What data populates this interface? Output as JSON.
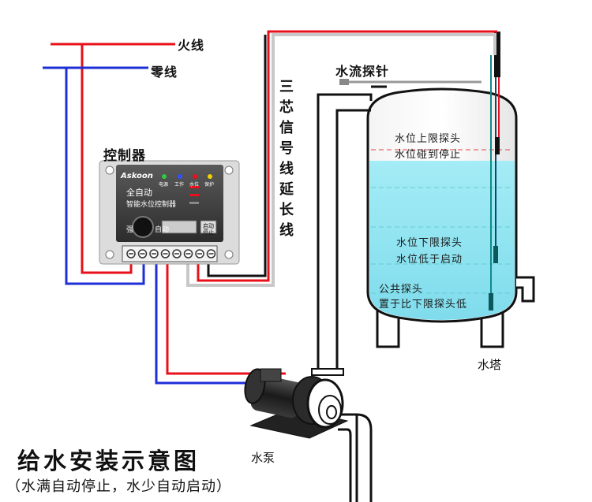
{
  "labels": {
    "live_wire": "火线",
    "neutral_wire": "零线",
    "controller": "控制器",
    "flow_probe": "水流探针",
    "signal_cable": [
      "三",
      "芯",
      "信",
      "号",
      "线",
      "延",
      "长",
      "线"
    ],
    "upper_probe_1": "水位上限探头",
    "upper_probe_2": "水位碰到停止",
    "lower_probe_1": "水位下限探头",
    "lower_probe_2": "水位低于启动",
    "common_probe_1": "公共探头",
    "common_probe_2": "置于比下限探头低",
    "water_tower": "水塔",
    "water_pump": "水泵",
    "title": "给水安装示意图",
    "subtitle": "（水满自动停止，水少自动启动）"
  },
  "controller_panel": {
    "brand": "Askoon",
    "name": "全自动",
    "model": "智能水位控制器",
    "knob_left": "强",
    "knob_right": "自动",
    "reset_button": "启动\n停止",
    "indicators": [
      "电源",
      "工作",
      "水位",
      "保护"
    ]
  },
  "colors": {
    "live": "#e8101a",
    "neutral": "#1e2fd6",
    "water": "#a8ecf4",
    "probe_line": "#108a8a"
  }
}
